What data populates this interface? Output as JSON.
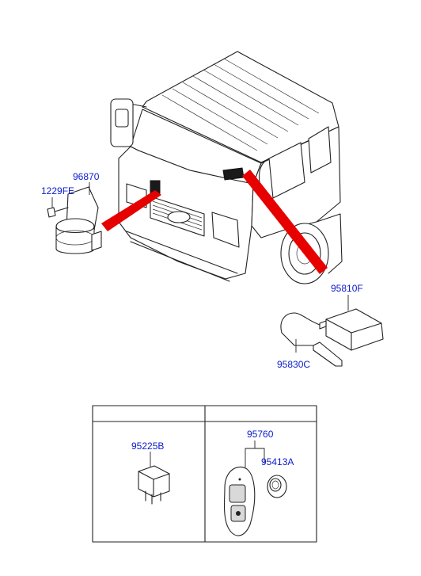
{
  "colors": {
    "label": "#0a1acc",
    "callout_arrow": "#e60000",
    "line": "#222222"
  },
  "labels": {
    "horn_relay_bracket": "96870",
    "bolt": "1229FE",
    "receiver_module": "95810F",
    "antenna": "95830C",
    "relay": "95225B",
    "transmitter": "95760",
    "battery": "95413A"
  }
}
